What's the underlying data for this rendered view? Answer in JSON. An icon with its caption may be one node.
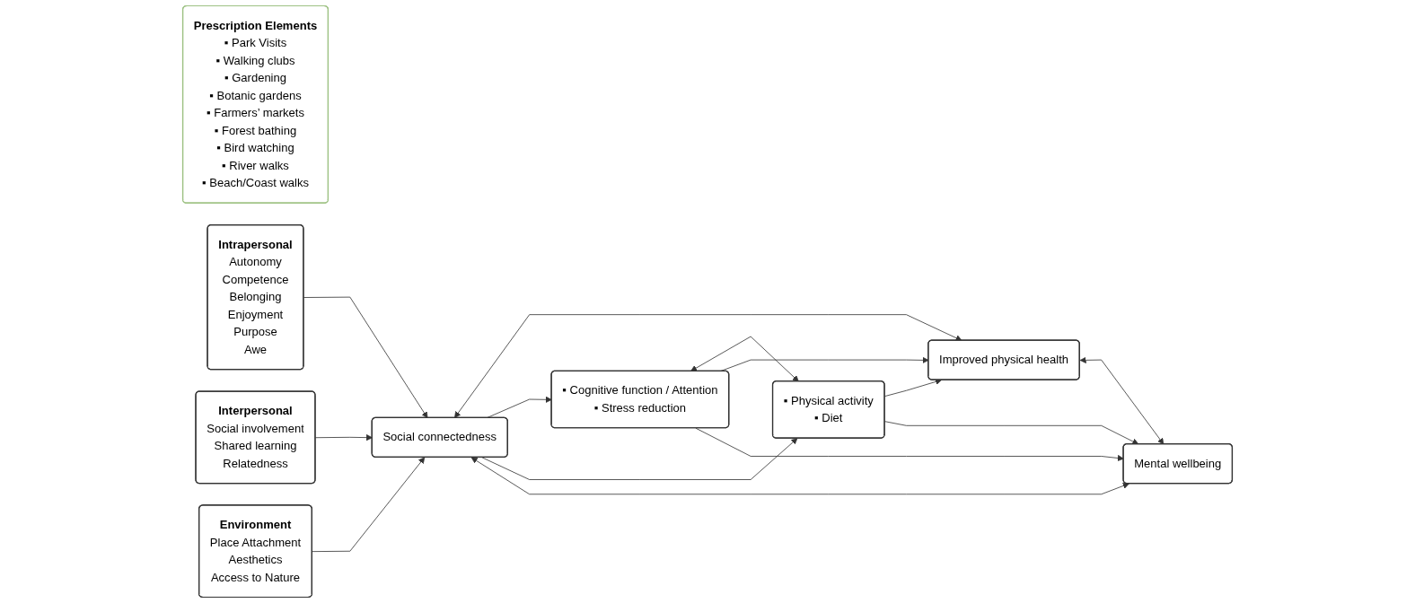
{
  "diagram": {
    "nodes": [
      {
        "text": [
          "Prescription Elements",
          "▪ Park Visits",
          "▪ Walking clubs",
          "▪ Gardening",
          "▪ Botanic gardens",
          "▪ Farmers’ markets",
          "▪ Forest bathing",
          "▪ Bird watching",
          "▪ River walks",
          "▪ Beach/Coast walks"
        ]
      },
      {
        "text": [
          "Intrapersonal",
          "Autonomy",
          "Competence",
          "Belonging",
          "Enjoyment",
          "Purpose",
          "Awe"
        ]
      },
      {
        "text": [
          "Interpersonal",
          "Social involvement",
          "Shared learning",
          "Relatedness"
        ]
      },
      {
        "text": [
          "Environment",
          "Place Attachment",
          "Aesthetics",
          "Access to Nature"
        ]
      },
      {
        "text": [
          "Social connectedness"
        ]
      },
      {
        "text": [
          "▪ Cognitive function / Attention",
          "▪ Stress reduction"
        ]
      },
      {
        "text": [
          "▪ Physical activity",
          "▪ Diet"
        ]
      },
      {
        "text": [
          "Improved physical health"
        ]
      },
      {
        "text": [
          "Mental wellbeing"
        ]
      }
    ],
    "edges": [
      {
        "from": 1,
        "to": 4,
        "arrow": "to"
      },
      {
        "from": 2,
        "to": 4,
        "arrow": "to"
      },
      {
        "from": 3,
        "to": 4,
        "arrow": "to"
      },
      {
        "from": 4,
        "to": 7,
        "arrow": "both"
      },
      {
        "from": 4,
        "to": 5,
        "arrow": "to"
      },
      {
        "from": 4,
        "to": 6,
        "arrow": "to"
      },
      {
        "from": 4,
        "to": 8,
        "arrow": "both"
      },
      {
        "from": 5,
        "to": 6,
        "arrow": "both"
      },
      {
        "from": 5,
        "to": 7,
        "arrow": "to"
      },
      {
        "from": 5,
        "to": 8,
        "arrow": "to"
      },
      {
        "from": 6,
        "to": 7,
        "arrow": "to"
      },
      {
        "from": 6,
        "to": 8,
        "arrow": "to"
      },
      {
        "from": 7,
        "to": 8,
        "arrow": "both"
      }
    ]
  }
}
